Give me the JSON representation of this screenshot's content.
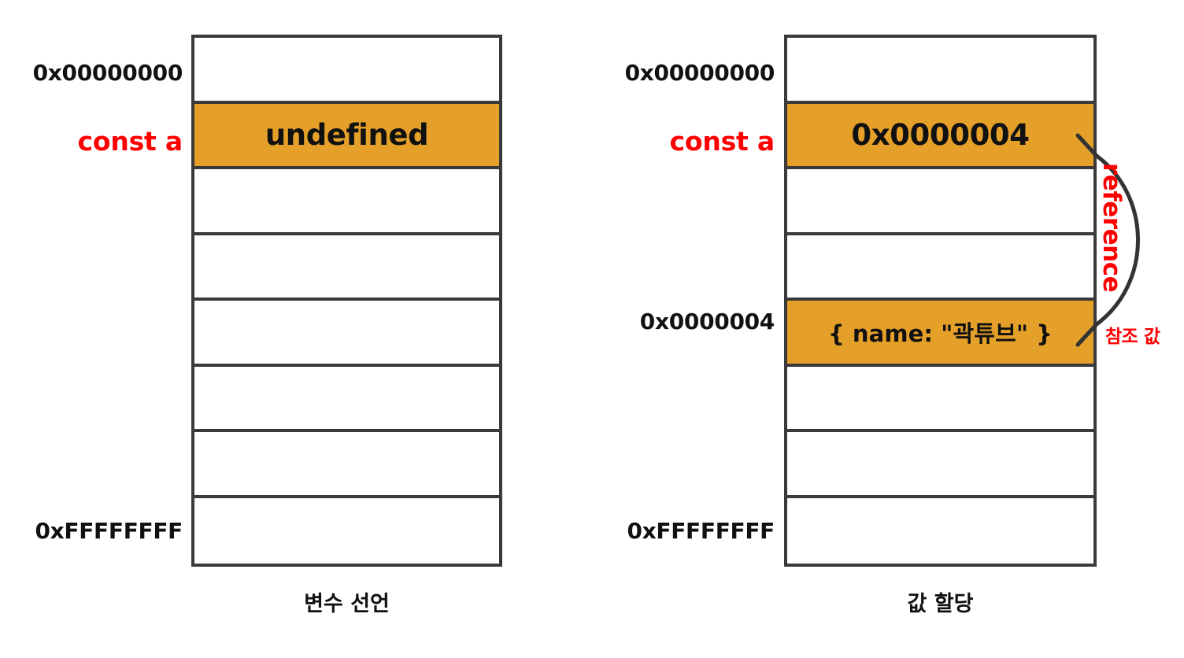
{
  "diagram": {
    "title_implicit": "JavaScript memory: variable declaration vs value assignment",
    "accent_fill": "#e5a029",
    "border_color": "#3a3a3a",
    "highlight_color": "#fd0000"
  },
  "panels": [
    {
      "id": "declaration",
      "caption": "변수 선언",
      "addresses": {
        "top": "0x00000000",
        "bottom": "0xFFFFFFFF"
      },
      "variable_label": "const a",
      "rows": [
        {
          "index": 0,
          "value": "",
          "filled": false
        },
        {
          "index": 1,
          "value": "undefined",
          "filled": true
        },
        {
          "index": 2,
          "value": "",
          "filled": false
        },
        {
          "index": 3,
          "value": "",
          "filled": false
        },
        {
          "index": 4,
          "value": "",
          "filled": false
        },
        {
          "index": 5,
          "value": "",
          "filled": false
        },
        {
          "index": 6,
          "value": "",
          "filled": false
        },
        {
          "index": 7,
          "value": "",
          "filled": false
        }
      ]
    },
    {
      "id": "assignment",
      "caption": "값 할당",
      "addresses": {
        "top": "0x00000000",
        "bottom": "0xFFFFFFFF",
        "heap": "0x0000004"
      },
      "variable_label": "const a",
      "rows": [
        {
          "index": 0,
          "value": "",
          "filled": false
        },
        {
          "index": 1,
          "value": "0x0000004",
          "filled": true
        },
        {
          "index": 2,
          "value": "",
          "filled": false
        },
        {
          "index": 3,
          "value": "",
          "filled": false
        },
        {
          "index": 4,
          "value": "{ name: \"곽튜브\" }",
          "filled": true
        },
        {
          "index": 5,
          "value": "",
          "filled": false
        },
        {
          "index": 6,
          "value": "",
          "filled": false
        },
        {
          "index": 7,
          "value": "",
          "filled": false
        }
      ]
    }
  ],
  "annotation": {
    "label_en": "reference",
    "label_ko": "참조 값"
  }
}
